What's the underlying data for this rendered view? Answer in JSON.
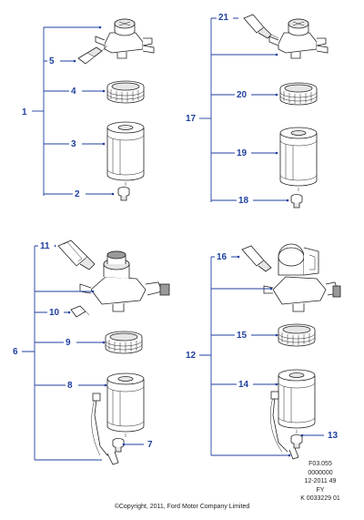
{
  "callouts": {
    "c1": "1",
    "c2": "2",
    "c3": "3",
    "c4": "4",
    "c5": "5",
    "c6": "6",
    "c7": "7",
    "c8": "8",
    "c9": "9",
    "c10": "10",
    "c11": "11",
    "c12": "12",
    "c13": "13",
    "c14": "14",
    "c15": "15",
    "c16": "16",
    "c17": "17",
    "c18": "18",
    "c19": "19",
    "c20": "20",
    "c21": "21"
  },
  "reference": {
    "line1": "F03.055",
    "line2": "0000000",
    "line3": "12-2011 49",
    "line4": "FY",
    "line5": "K 0033229 01"
  },
  "copyright": "©Copyright, 2011, Ford Motor Company Limited",
  "colors": {
    "callout": "#1f3f9f",
    "line": "#222222"
  }
}
